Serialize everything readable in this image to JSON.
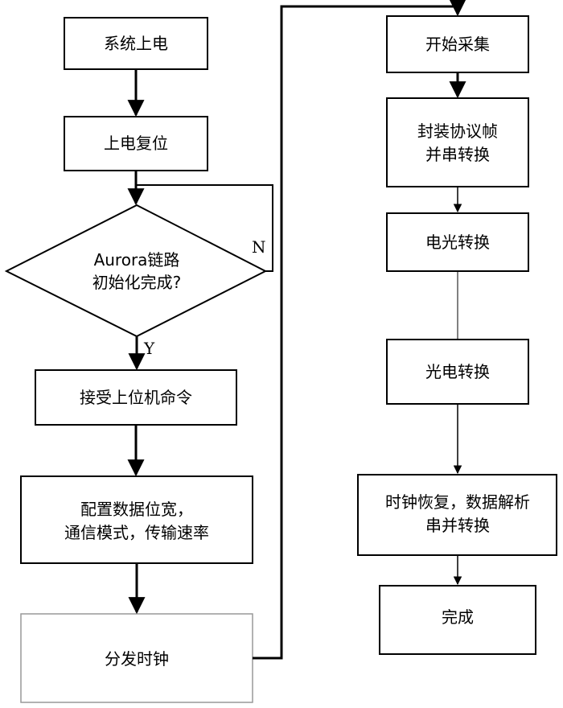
{
  "flowchart": {
    "left_column": {
      "power_on": "系统上电",
      "power_reset": "上电复位",
      "decision": [
        "Aurora链路",
        "初始化完成?"
      ],
      "receive_cmd": "接受上位机命令",
      "config": [
        "配置数据位宽，",
        "通信模式，传输速率"
      ],
      "distribute_clock": "分发时钟"
    },
    "right_column": {
      "start_collect": "开始采集",
      "encapsulate": [
        "封装协议帧",
        "并串转换"
      ],
      "eo_convert": "电光转换",
      "oe_convert": "光电转换",
      "clock_recovery": [
        "时钟恢复，数据解析",
        "串并转换"
      ],
      "done": "完成"
    },
    "labels": {
      "no": "N",
      "yes": "Y"
    }
  }
}
